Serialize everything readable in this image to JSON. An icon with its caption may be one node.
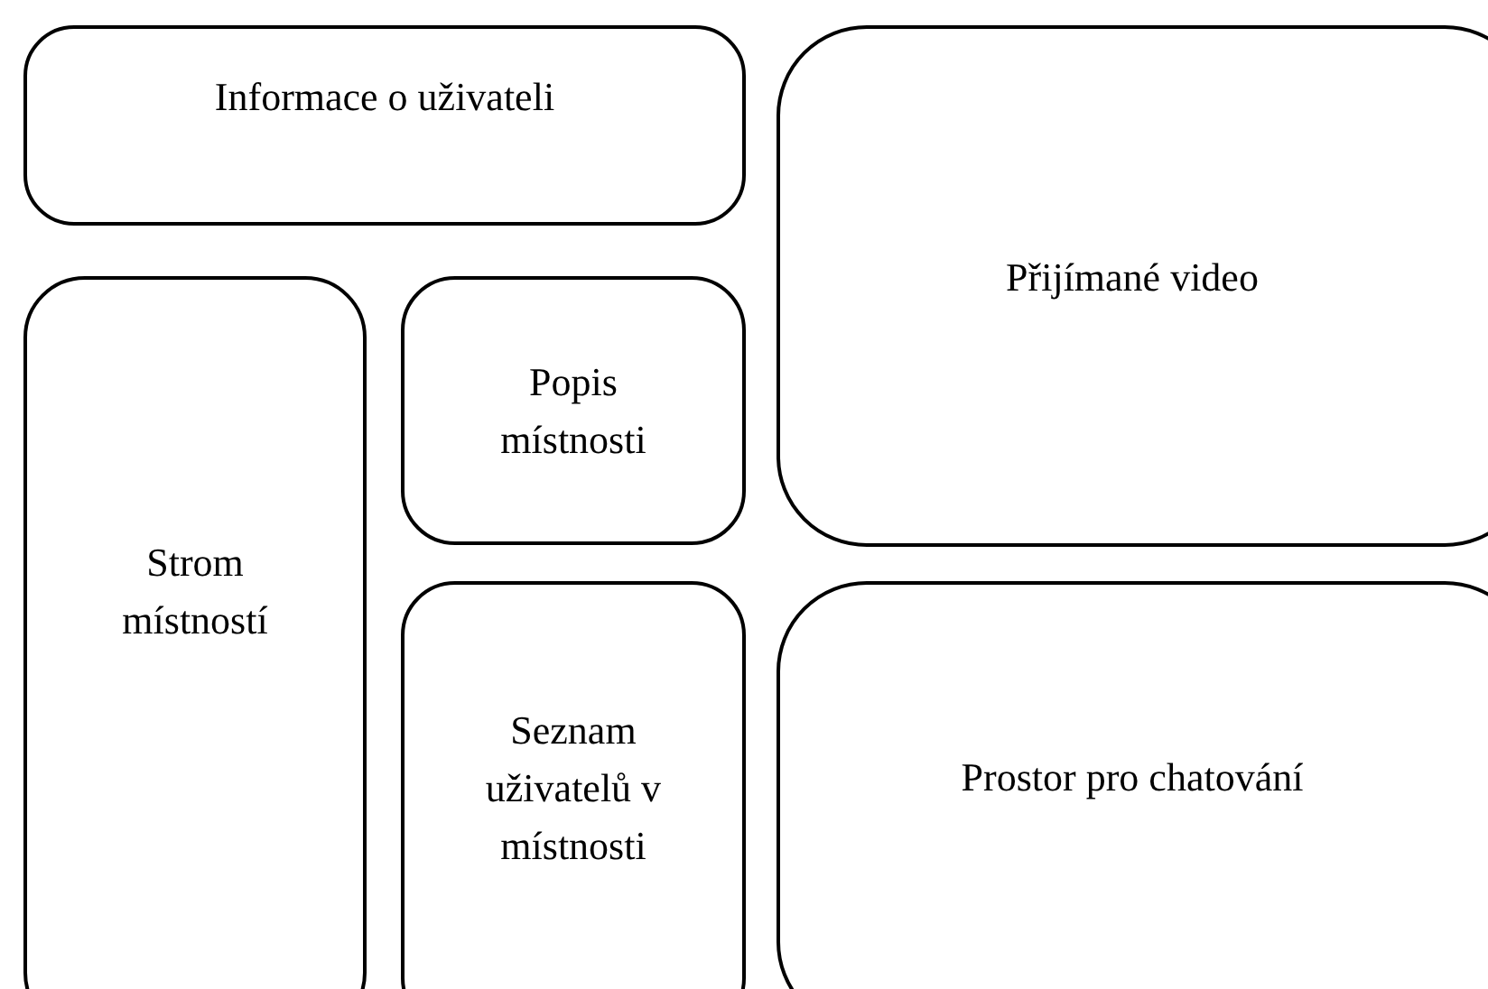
{
  "diagram": {
    "nodes": [
      {
        "text": [
          "Informace o uživateli"
        ]
      },
      {
        "text": [
          "Přijímané video"
        ]
      },
      {
        "text": [
          "Strom místností"
        ]
      },
      {
        "text": [
          "Popis místnosti"
        ]
      },
      {
        "text": [
          "Seznam uživatelů v místnosti"
        ]
      },
      {
        "text": [
          "Prostor pro chatování"
        ]
      }
    ]
  }
}
